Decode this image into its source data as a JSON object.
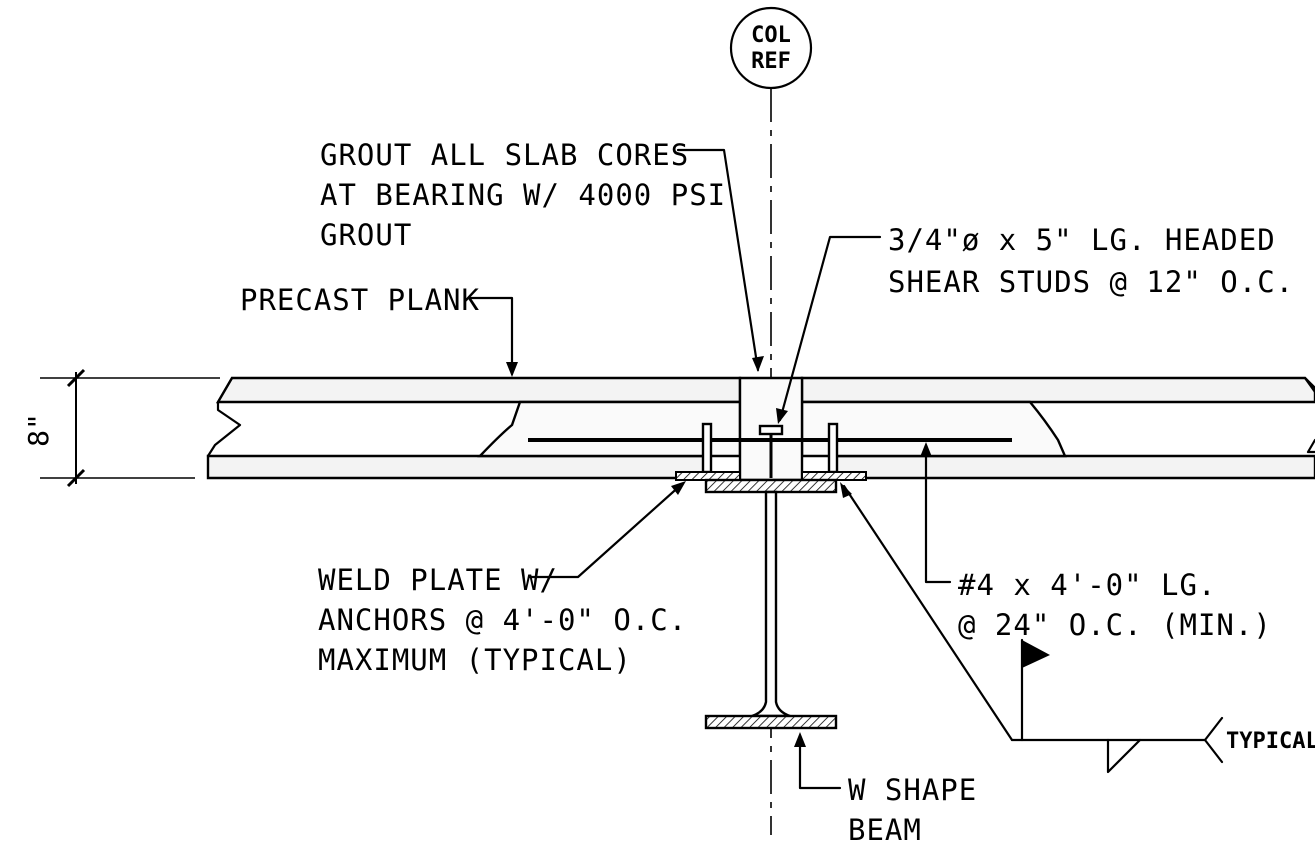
{
  "column_reference": {
    "line1": "COL",
    "line2": "REF"
  },
  "dimension": {
    "slab_depth": "8\""
  },
  "notes": {
    "grout": [
      "GROUT ALL SLAB CORES",
      "AT BEARING W/ 4000 PSI",
      "GROUT"
    ],
    "shear_studs": [
      "3/4\"ø x 5\" LG. HEADED",
      "SHEAR STUDS @ 12\" O.C."
    ],
    "plank": [
      "PRECAST PLANK"
    ],
    "weld_plate": [
      "WELD PLATE W/",
      "ANCHORS @ 4'-0\" O.C.",
      "MAXIMUM (TYPICAL)"
    ],
    "rebar": [
      "#4 x 4'-0\" LG.",
      "@ 24\" O.C. (MIN.)"
    ],
    "beam": [
      "W SHAPE",
      "BEAM"
    ],
    "weld_symbol_tail": "TYPICAL"
  }
}
